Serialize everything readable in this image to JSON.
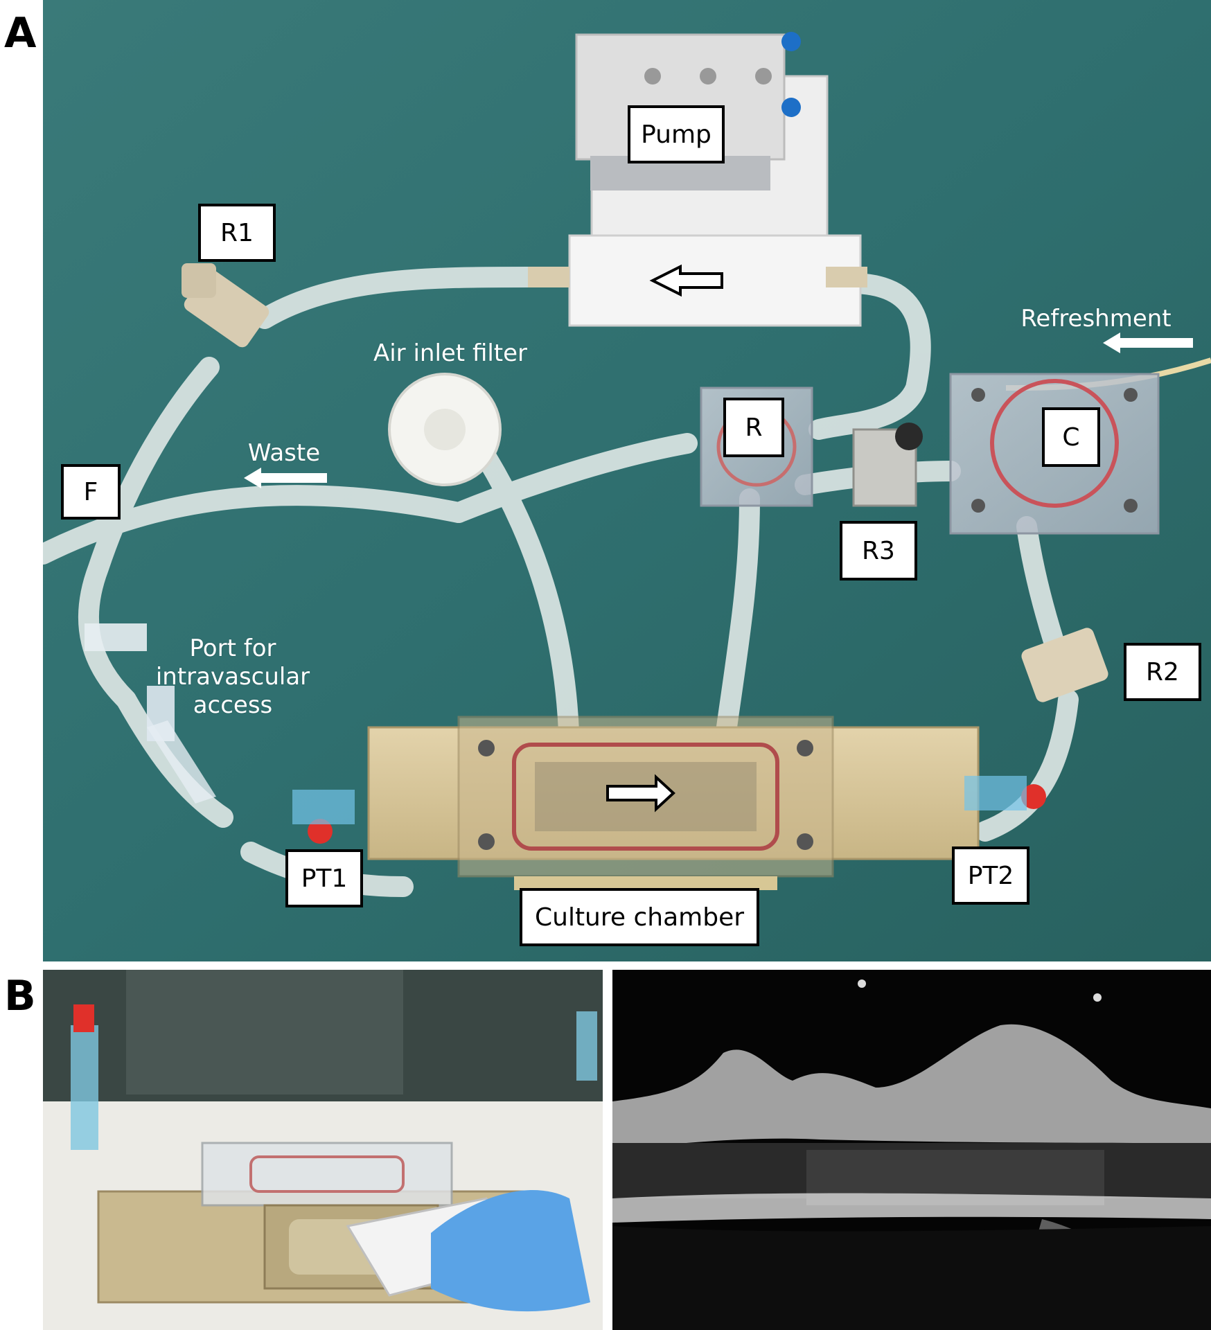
{
  "panels": {
    "a_letter": "A",
    "b_letter": "B"
  },
  "labels": {
    "pump": "Pump",
    "r1": "R1",
    "air_inlet_filter": "Air inlet filter",
    "refreshment": "Refreshment",
    "r": "R",
    "c": "C",
    "waste": "Waste",
    "f": "F",
    "r3": "R3",
    "port_access_line1": "Port for",
    "port_access_line2": "intravascular",
    "port_access_line3": "access",
    "r2": "R2",
    "pt1": "PT1",
    "pt2": "PT2",
    "culture_chamber": "Culture chamber"
  },
  "colors": {
    "drape": "#2f6f6f",
    "tubing": "#d9e4e2",
    "chamber": "#d8c69c",
    "pump_body": "#f1f1f1",
    "red_cap": "#e0302a"
  }
}
